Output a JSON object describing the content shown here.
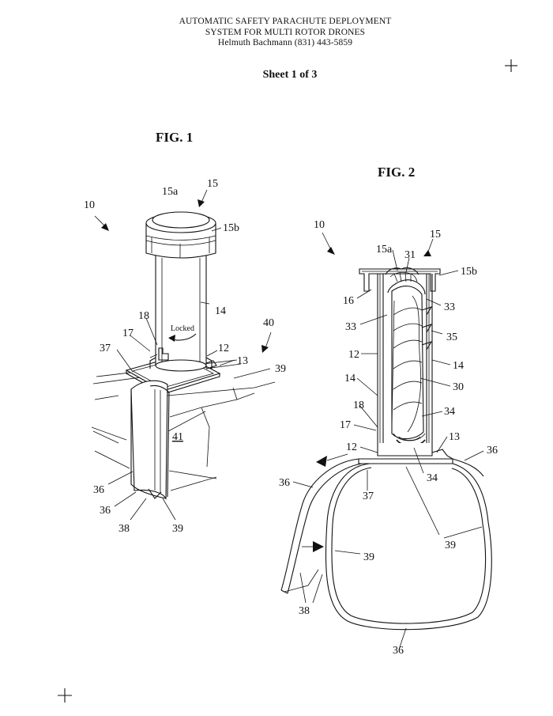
{
  "header": {
    "title_line1": "AUTOMATIC SAFETY PARACHUTE DEPLOYMENT",
    "title_line2": "SYSTEM FOR MULTI ROTOR DRONES",
    "author_line": "Helmuth Bachmann  (831) 443-5859",
    "sheet": "Sheet 1 of 3"
  },
  "fig1": {
    "title": "FIG. 1",
    "locked_text": "Locked",
    "labels": {
      "n10": "10",
      "n15": "15",
      "n15a": "15a",
      "n15b": "15b",
      "n14": "14",
      "n18": "18",
      "n17": "17",
      "n37": "37",
      "n12": "12",
      "n13": "13",
      "n40": "40",
      "n39a": "39",
      "n41": "41",
      "n36a": "36",
      "n36b": "36",
      "n38": "38",
      "n39b": "39"
    }
  },
  "fig2": {
    "title": "FIG. 2",
    "labels": {
      "n10": "10",
      "n15": "15",
      "n15a": "15a",
      "n31": "31",
      "n15b": "15b",
      "n16": "16",
      "n33a": "33",
      "n33b": "33",
      "n35": "35",
      "n12a": "12",
      "n14a": "14",
      "n14b": "14",
      "n30": "30",
      "n18": "18",
      "n34a": "34",
      "n17": "17",
      "n13": "13",
      "n12b": "12",
      "n36a": "36",
      "n34b": "34",
      "n36b": "36",
      "n37": "37",
      "n39a": "39",
      "n39b": "39",
      "n38": "38",
      "n36c": "36"
    }
  },
  "registration_marks": {
    "top_right": "plus-mark",
    "bottom_left": "plus-mark"
  }
}
